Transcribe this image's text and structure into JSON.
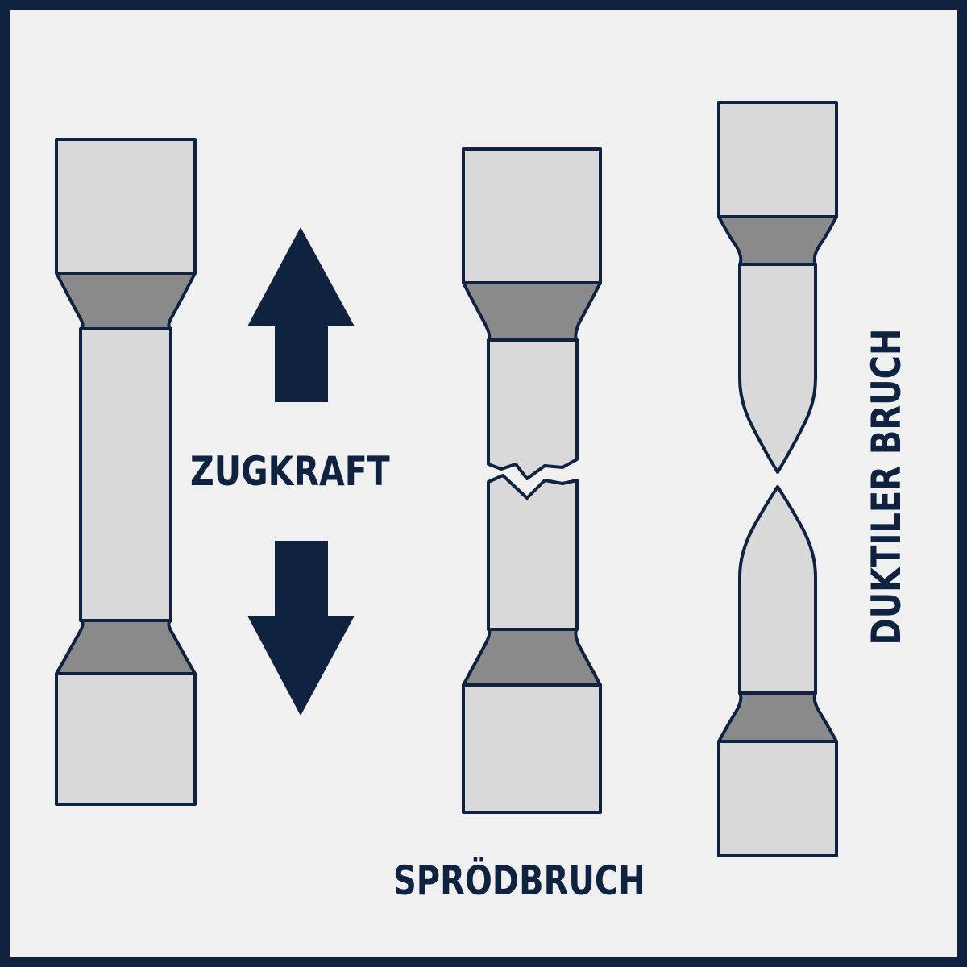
{
  "labels": {
    "tensile_force": "ZUGKRAFT",
    "brittle_fracture": "SPRÖDBRUCH",
    "ductile_fracture": "DUKTILER BRUCH"
  },
  "colors": {
    "outline": "#0f2240",
    "grip_fill": "#d9d9d9",
    "taper_fill": "#8a8a8a",
    "background": "#f0f0f0",
    "arrow_fill": "#0f2240"
  },
  "icons": {
    "up_arrow": "arrow-up-icon",
    "down_arrow": "arrow-down-icon"
  }
}
